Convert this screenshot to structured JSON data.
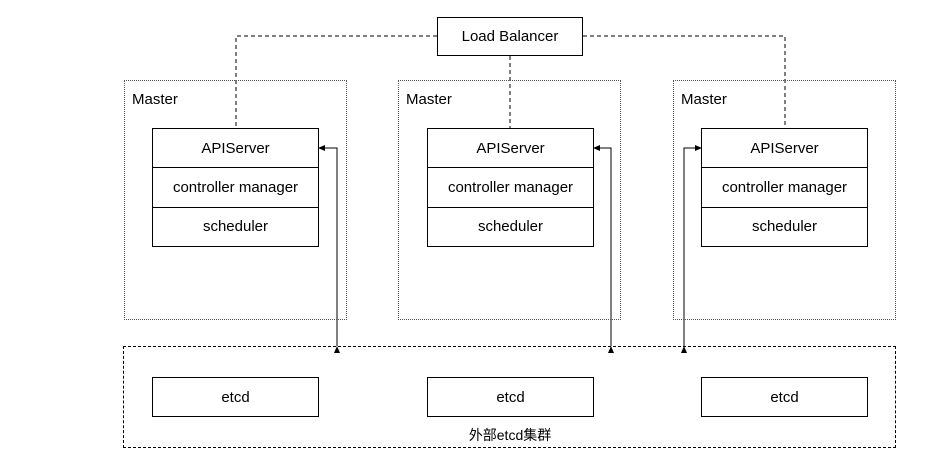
{
  "load_balancer": {
    "label": "Load Balancer"
  },
  "masters": [
    {
      "label": "Master",
      "components": [
        "APIServer",
        "controller manager",
        "scheduler"
      ]
    },
    {
      "label": "Master",
      "components": [
        "APIServer",
        "controller manager",
        "scheduler"
      ]
    },
    {
      "label": "Master",
      "components": [
        "APIServer",
        "controller manager",
        "scheduler"
      ]
    }
  ],
  "etcd_cluster": {
    "label": "外部etcd集群",
    "nodes": [
      "etcd",
      "etcd",
      "etcd"
    ]
  }
}
